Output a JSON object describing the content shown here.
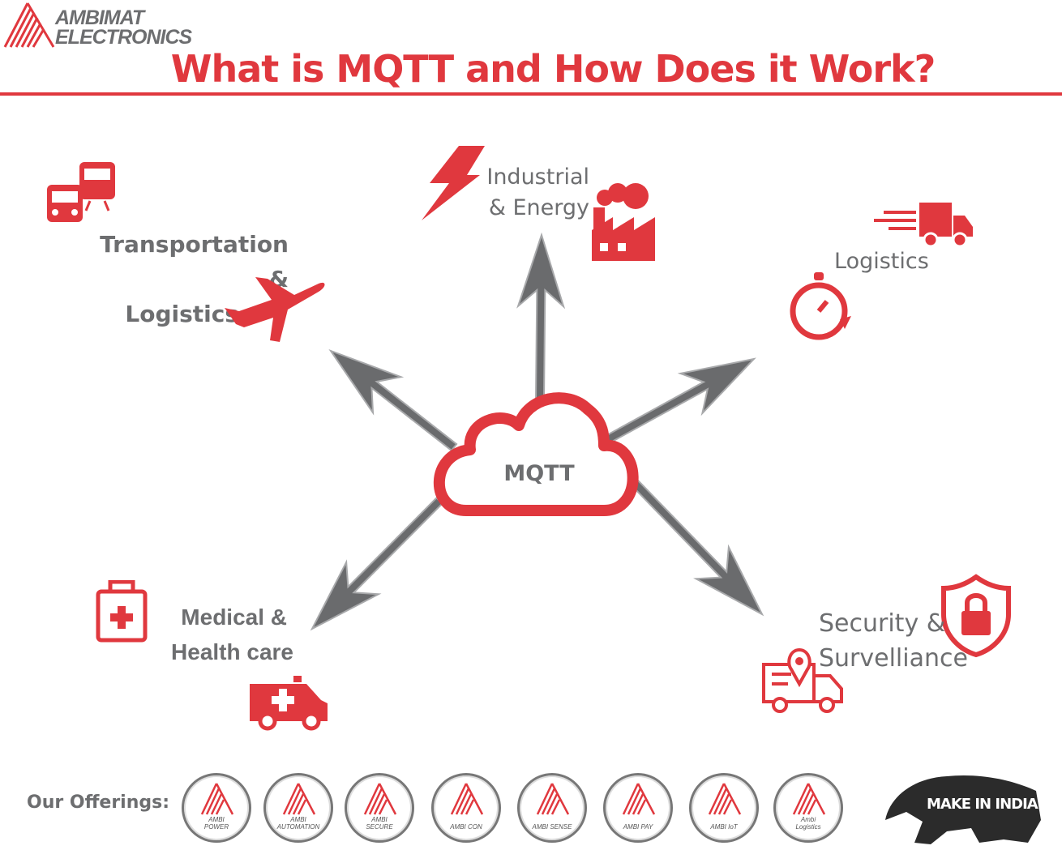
{
  "brand": {
    "name_line1": "AMBIMAT",
    "name_line2": "ELECTRONICS",
    "color": "#e0383e"
  },
  "title": "What is MQTT and How Does it Work?",
  "center": {
    "label": "MQTT"
  },
  "sectors": {
    "transportation": {
      "line1": "Transportation &",
      "line2": "Logistics"
    },
    "industrial": {
      "line1": "Industrial",
      "line2": "& Energy"
    },
    "logistics": {
      "line1": "Logistics"
    },
    "medical": {
      "line1": "Medical &",
      "line2": "Health care"
    },
    "security": {
      "line1": "Security &",
      "line2": "Survelliance"
    }
  },
  "offerings": {
    "label": "Our Offerings:",
    "items": [
      {
        "line1": "AMBI",
        "line2": "POWER"
      },
      {
        "line1": "AMBI",
        "line2": "AUTOMATION"
      },
      {
        "line1": "AMBI",
        "line2": "SECURE"
      },
      {
        "line1": "AMBI CON",
        "line2": ""
      },
      {
        "line1": "AMBI SENSE",
        "line2": ""
      },
      {
        "line1": "AMBI PAY",
        "line2": ""
      },
      {
        "line1": "AMBI IoT",
        "line2": ""
      },
      {
        "line1": "Ambi",
        "line2": "Logistics"
      }
    ]
  },
  "make_in_india": "MAKE IN INDIA"
}
